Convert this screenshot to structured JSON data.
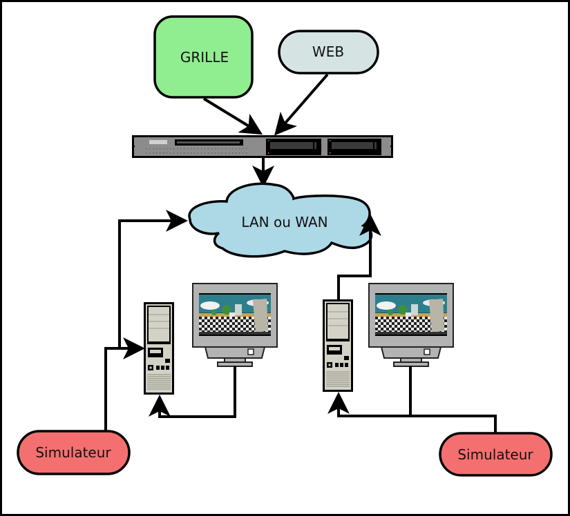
{
  "diagram": {
    "nodes": {
      "grille": {
        "label": "GRILLE",
        "color": "#90ee90"
      },
      "web": {
        "label": "WEB",
        "color": "#d6e3e3"
      },
      "server": {
        "label": ""
      },
      "network": {
        "label": "LAN ou WAN",
        "color": "#add8e6"
      },
      "simulator_left": {
        "label": "Simulateur",
        "color": "#f47070"
      },
      "simulator_right": {
        "label": "Simulateur",
        "color": "#f47070"
      }
    },
    "edges": [
      {
        "from": "GRILLE",
        "to": "server"
      },
      {
        "from": "WEB",
        "to": "server"
      },
      {
        "from": "server",
        "to": "LAN ou WAN"
      },
      {
        "from": "computer-left",
        "to": "LAN ou WAN"
      },
      {
        "from": "computer-right",
        "to": "LAN ou WAN"
      },
      {
        "from": "Simulateur (left)",
        "to": "computer-left"
      },
      {
        "from": "monitor-left",
        "to": "computer-left"
      },
      {
        "from": "monitor-right",
        "to": "computer-right"
      },
      {
        "from": "Simulateur (right)",
        "to": "computer-right"
      }
    ]
  }
}
